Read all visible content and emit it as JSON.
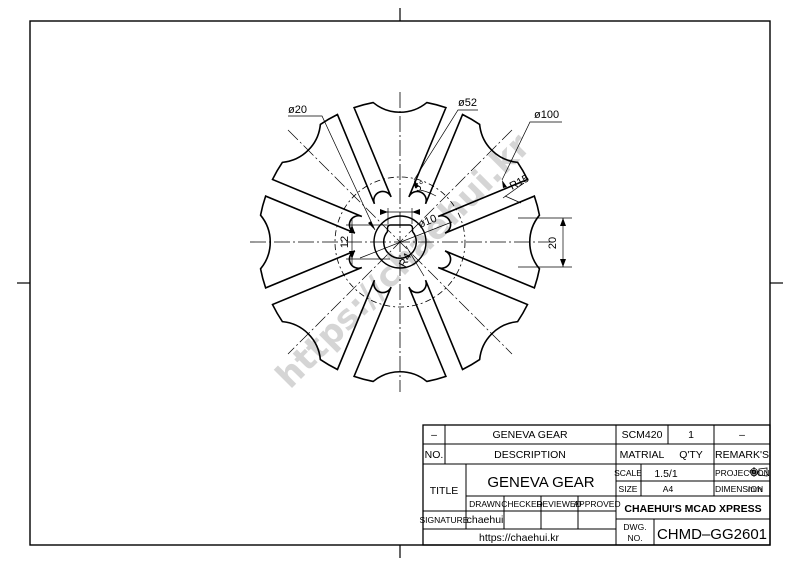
{
  "drawing": {
    "dimensions": {
      "d20": "ø20",
      "d52": "ø52",
      "d100": "ø100",
      "r15": "R15",
      "angle5": "5°",
      "d10": "ø10",
      "r4": "R4",
      "v12": "12",
      "v20": "20"
    },
    "watermark": "https://chaehui.kr"
  },
  "title_block": {
    "row1": {
      "item": "–",
      "description": "GENEVA GEAR",
      "material": "SCM420",
      "qty": "1",
      "remark": "–"
    },
    "header": {
      "no": "NO.",
      "description": "DESCRIPTION",
      "material": "MATRIAL",
      "qty": "Q'TY",
      "remarks": "REMARK'S"
    },
    "title_label": "TITLE",
    "title_value": "GENEVA GEAR",
    "scale_label": "SCALE",
    "scale_value": "1.5/1",
    "projection_label": "PROJECTION",
    "size_label": "SIZE",
    "size_value": "A4",
    "dimension_label": "DIMENSION",
    "dimension_value": "mm",
    "roles": {
      "drawn": "DRAWN",
      "checked": "CHECKED",
      "reviewed": "REVIEWED",
      "approved": "APPROVED"
    },
    "signature_label": "SIGNATURE",
    "signature_value": "chaehui",
    "url": "https://chaehui.kr",
    "company": "CHAEHUI'S MCAD XPRESS",
    "dwg_label_1": "DWG.",
    "dwg_label_2": "NO.",
    "dwg_value": "CHMD–GG2601"
  }
}
